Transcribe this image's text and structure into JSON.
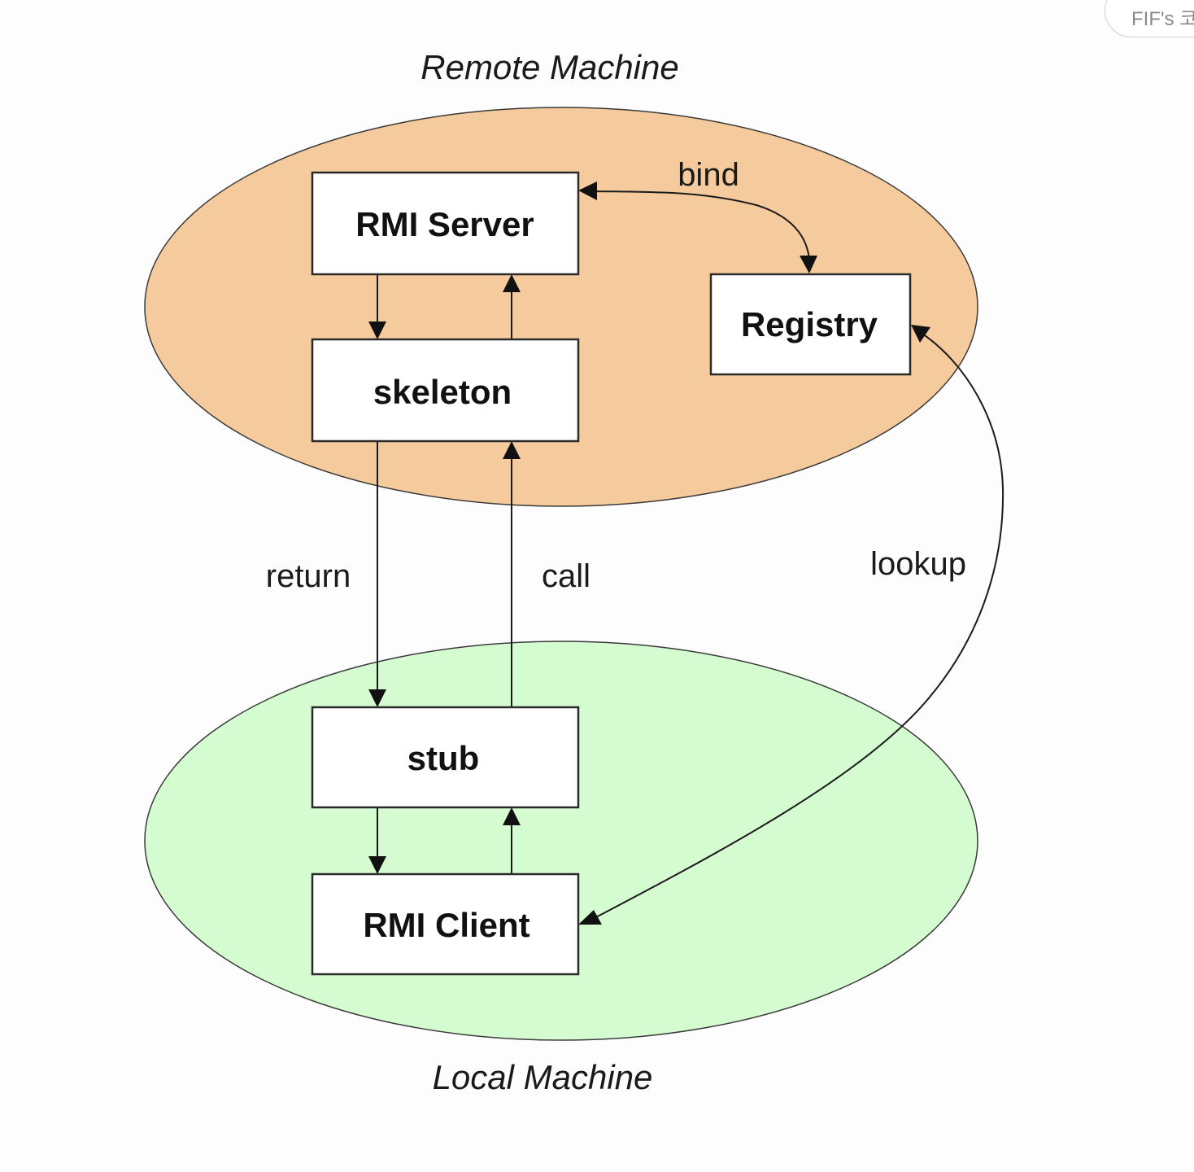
{
  "corner_tag": {
    "label": "FIF's 코"
  },
  "zones": {
    "remote": {
      "title": "Remote Machine",
      "fill": "#f5ca9c"
    },
    "local": {
      "title": "Local Machine",
      "fill": "#d5fcd1"
    }
  },
  "nodes": {
    "rmi_server": "RMI Server",
    "skeleton": "skeleton",
    "registry": "Registry",
    "stub": "stub",
    "rmi_client": "RMI Client"
  },
  "edges": {
    "bind": "bind",
    "return": "return",
    "call": "call",
    "lookup": "lookup"
  },
  "colors": {
    "line": "#1a1a1a",
    "box_fill": "#ffffff",
    "box_stroke": "#2a2a2a"
  }
}
